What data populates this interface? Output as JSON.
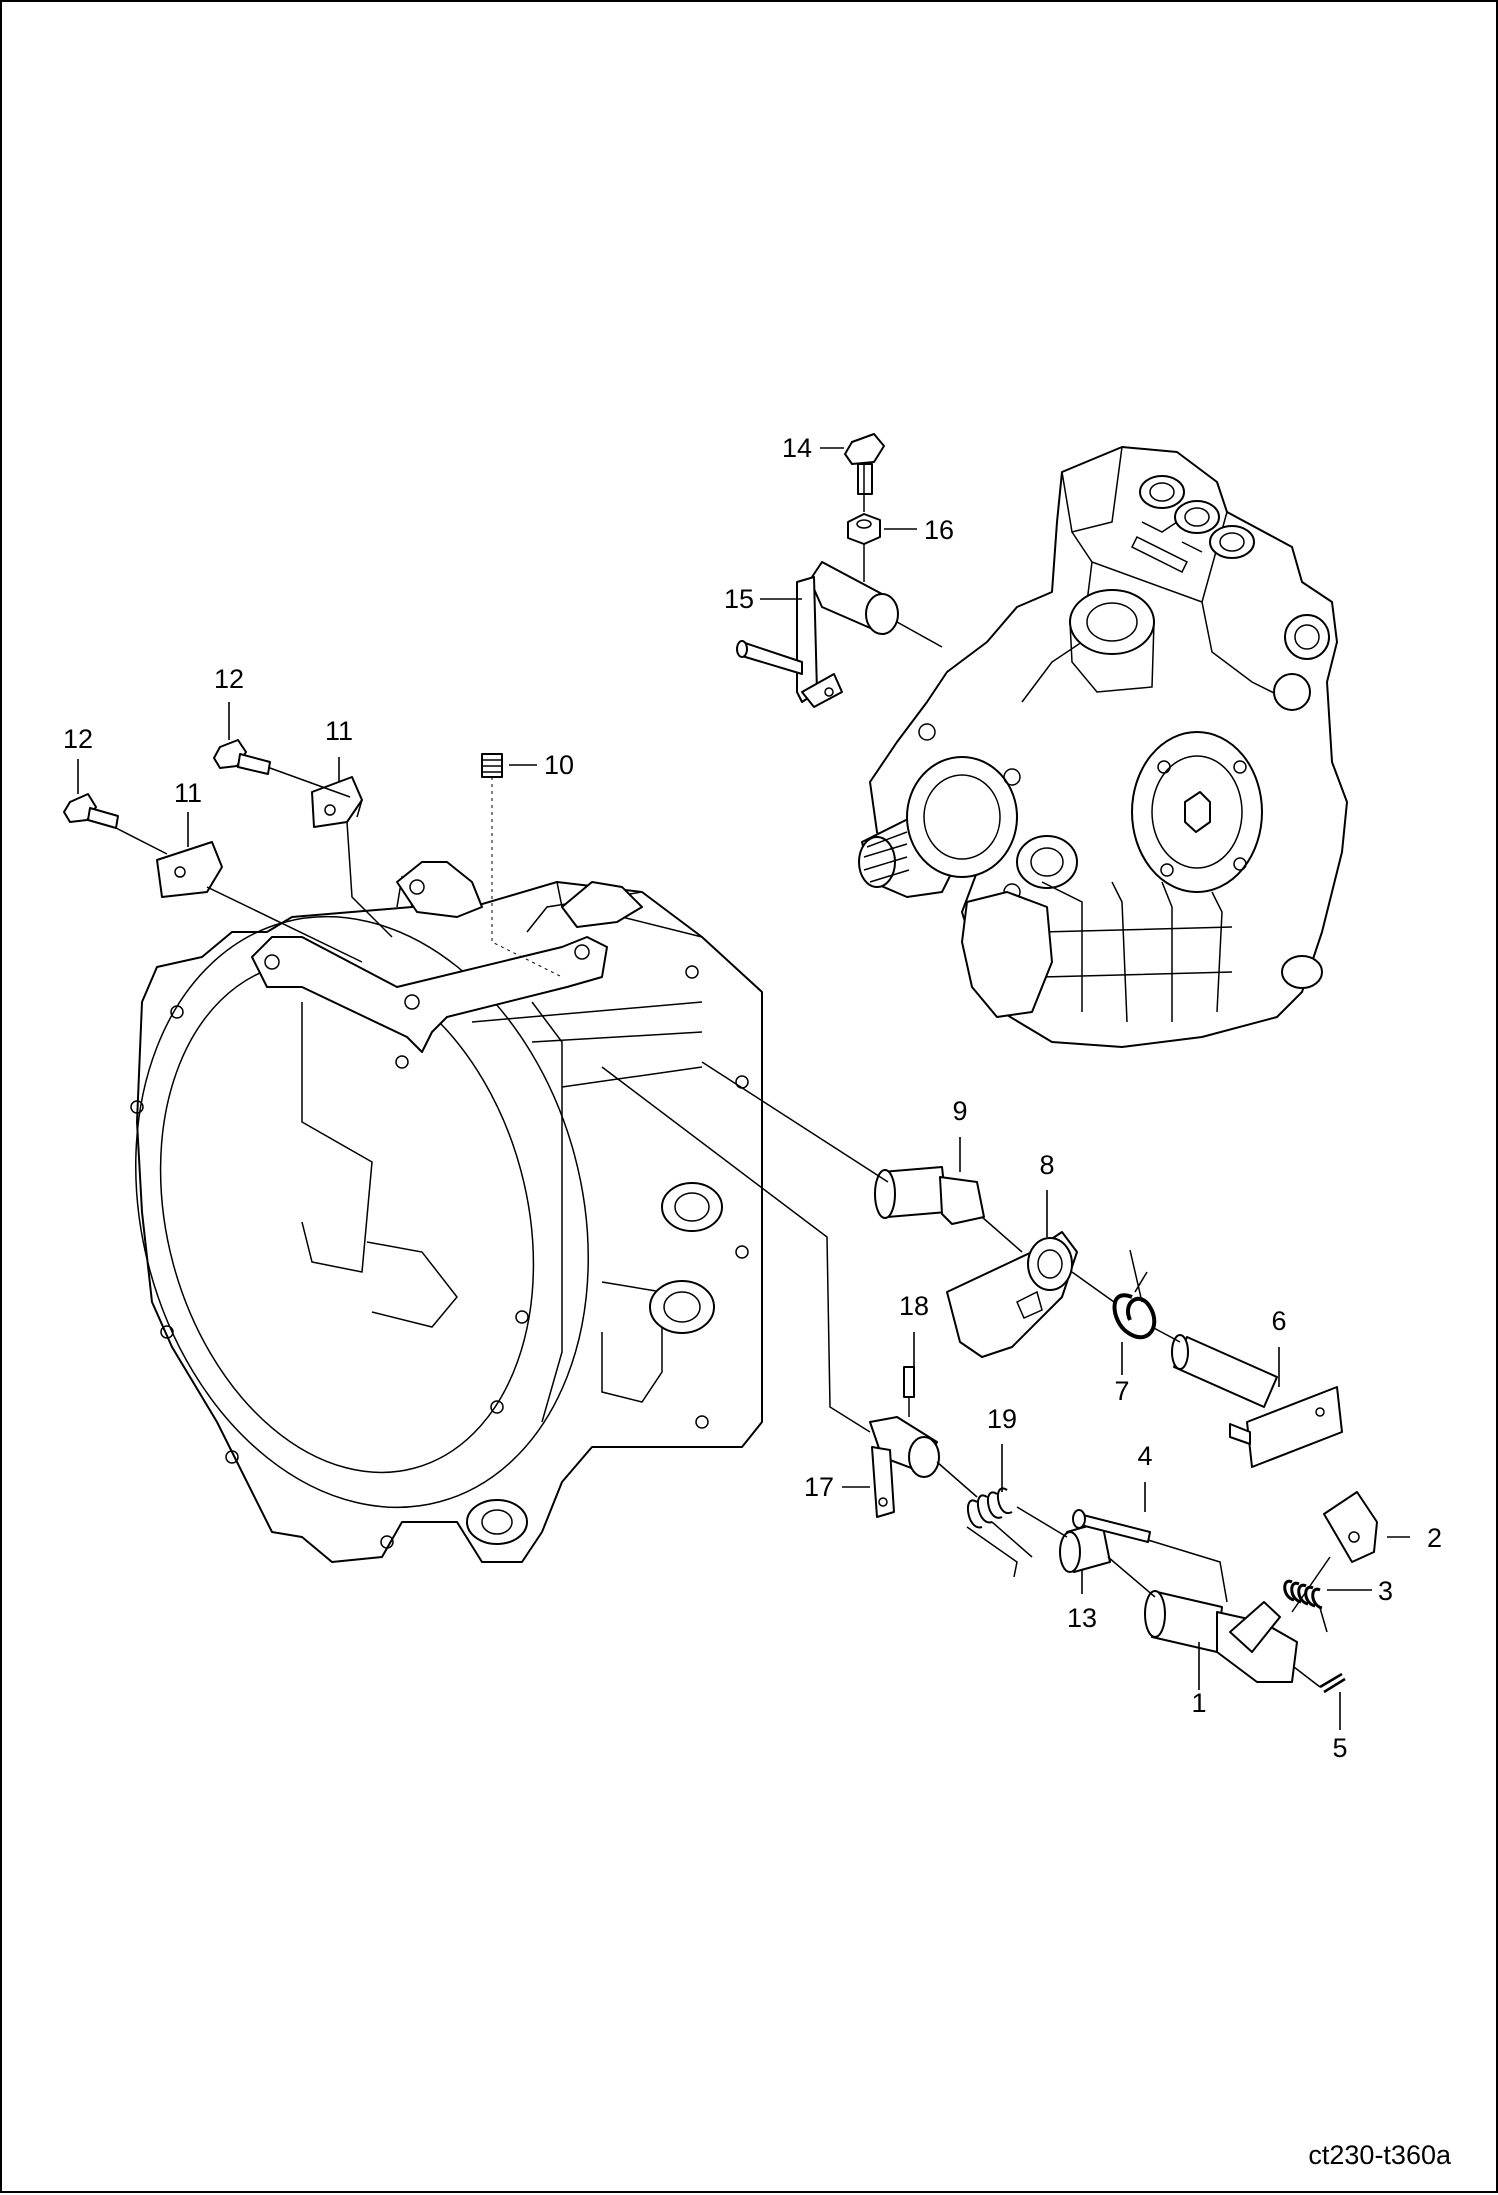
{
  "diagram": {
    "drawing_code": "ct230-t360a",
    "callouts": [
      "1",
      "2",
      "3",
      "4",
      "5",
      "6",
      "7",
      "8",
      "9",
      "10",
      "11",
      "11",
      "12",
      "12",
      "13",
      "14",
      "15",
      "16",
      "17",
      "18",
      "19"
    ]
  }
}
